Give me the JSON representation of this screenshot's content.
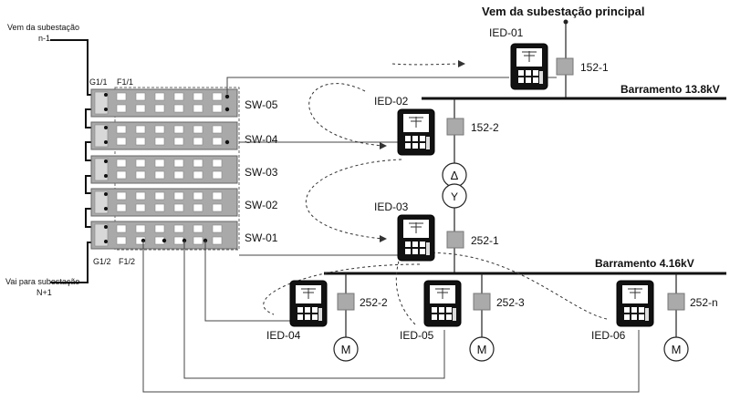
{
  "title": "Vem da subestação principal",
  "buses": {
    "main": "Barramento 13.8kV",
    "low": "Barramento 4.16kV"
  },
  "side_labels": {
    "top_line1": "Vem da subestação",
    "top_line2": "n-1",
    "bottom_line1": "Vai para subestação",
    "bottom_line2": "N+1"
  },
  "port_labels": {
    "g11": "G1/1",
    "f11": "F1/1",
    "g12": "G1/2",
    "f12": "F1/2"
  },
  "switches": [
    "SW-05",
    "SW-04",
    "SW-03",
    "SW-02",
    "SW-01"
  ],
  "ieds": [
    "IED-01",
    "IED-02",
    "IED-03",
    "IED-04",
    "IED-05",
    "IED-06"
  ],
  "breakers": [
    "152-1",
    "152-2",
    "252-1",
    "252-2",
    "252-3",
    "252-n"
  ],
  "transformer": {
    "primary": "Δ",
    "secondary": "Y"
  },
  "motor_symbol": "M"
}
